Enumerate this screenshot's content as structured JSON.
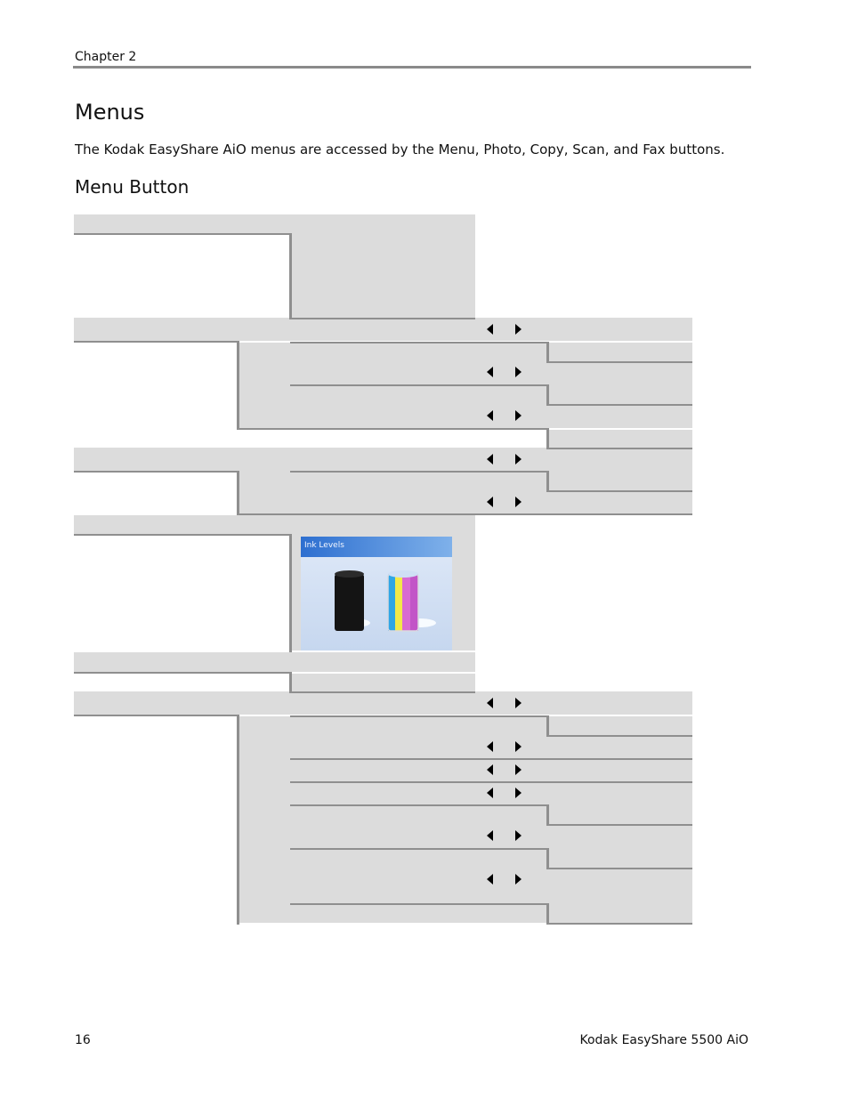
{
  "header": {
    "chapter": "Chapter 2"
  },
  "page": {
    "title": "Menus",
    "intro": "The Kodak EasyShare AiO menus are accessed by the Menu, Photo, Copy, Scan, and Fax buttons.",
    "subtitle": "Menu Button"
  },
  "ink_levels": {
    "title": "Ink Levels"
  },
  "footer": {
    "page_number": "16",
    "product": "Kodak EasyShare 5500 AiO"
  }
}
